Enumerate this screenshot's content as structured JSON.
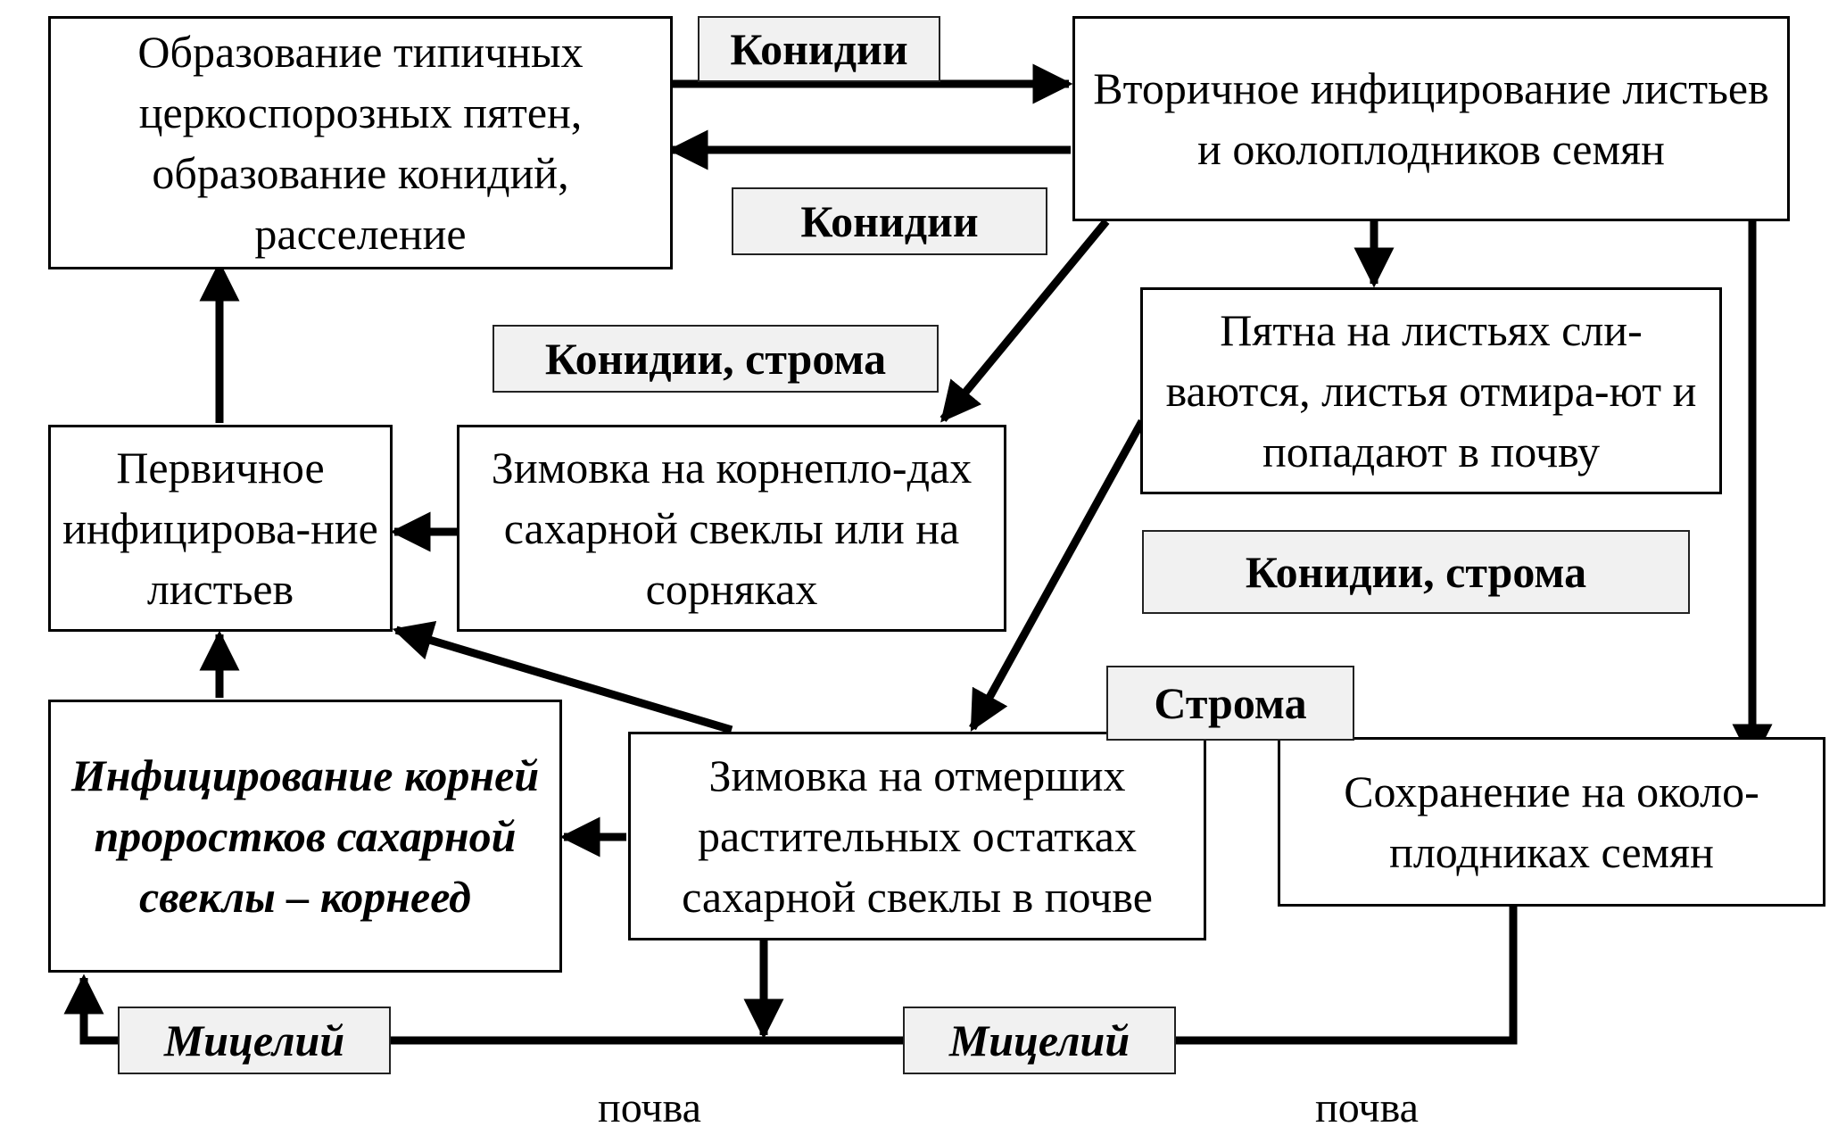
{
  "boxes": {
    "typical_spots": "Образование типичных церкоспорозных пятен, образование конидий, расселение",
    "secondary_infection": "Вторичное инфицирование листьев и околоплодников семян",
    "leaf_spots_merge": "Пятна на листьях сли-ваются, листья отмира-ют и попадают в почву",
    "primary_infection": "Первичное инфицирова-ние  листьев",
    "wintering_roots": "Зимовка на корнепло-дах сахарной свеклы или  на сорняках",
    "root_infection": "Инфицирование корней проростков сахарной свеклы  – корнеед",
    "wintering_debris": "Зимовка на отмерших растительных остатках сахарной свеклы в почве",
    "preservation_seeds": "Сохранение на около-плодниках семян"
  },
  "labels": {
    "conidia_1": "Конидии",
    "conidia_2": "Конидии",
    "conidia_stroma_1": "Конидии, строма",
    "conidia_stroma_2": "Конидии, строма",
    "stroma": "Строма",
    "mycelium_1": "Мицелий",
    "mycelium_2": "Мицелий"
  },
  "ground": {
    "soil_1": "почва",
    "soil_2": "почва"
  }
}
